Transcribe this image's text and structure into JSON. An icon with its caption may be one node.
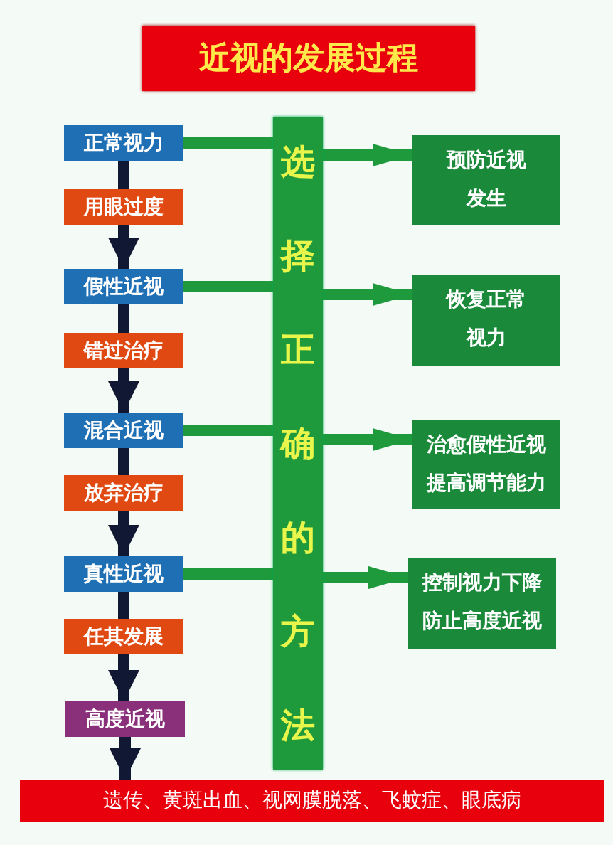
{
  "diagram": {
    "title": "近视的发展过程",
    "nodes": [
      {
        "text": [
          "正常视力"
        ]
      },
      {
        "text": [
          "用眼过度"
        ]
      },
      {
        "text": [
          "假性近视"
        ]
      },
      {
        "text": [
          "错过治疗"
        ]
      },
      {
        "text": [
          "混合近视"
        ]
      },
      {
        "text": [
          "放弃治疗"
        ]
      },
      {
        "text": [
          "真性近视"
        ]
      },
      {
        "text": [
          "任其发展"
        ]
      },
      {
        "text": [
          "高度近视"
        ]
      },
      {
        "text": [
          "选择正确的方法"
        ]
      },
      {
        "text": [
          "预防近视发生"
        ]
      },
      {
        "text": [
          "恢复正常视力"
        ]
      },
      {
        "text": [
          "治愈假性近视提高调节能力"
        ]
      },
      {
        "text": [
          "控制视力下降防止高度近视"
        ]
      },
      {
        "text": [
          "遗传、黄斑出血、视网膜脱落、飞蚊症、眼底病"
        ]
      }
    ],
    "edges": [
      {
        "from": 0,
        "to": 1,
        "arrow": "none"
      },
      {
        "from": 1,
        "to": 2,
        "arrow": "to"
      },
      {
        "from": 2,
        "to": 3,
        "arrow": "none"
      },
      {
        "from": 3,
        "to": 4,
        "arrow": "to"
      },
      {
        "from": 4,
        "to": 5,
        "arrow": "none"
      },
      {
        "from": 5,
        "to": 6,
        "arrow": "to"
      },
      {
        "from": 6,
        "to": 7,
        "arrow": "none"
      },
      {
        "from": 7,
        "to": 8,
        "arrow": "to"
      },
      {
        "from": 8,
        "to": 14,
        "arrow": "to"
      },
      {
        "from": 0,
        "to": 9,
        "arrow": "none",
        "color": "#1e9a3c"
      },
      {
        "from": 9,
        "to": 10,
        "arrow": "to",
        "color": "#1e9a3c"
      },
      {
        "from": 2,
        "to": 9,
        "arrow": "none",
        "color": "#1e9a3c"
      },
      {
        "from": 9,
        "to": 11,
        "arrow": "to",
        "color": "#1e9a3c"
      },
      {
        "from": 4,
        "to": 9,
        "arrow": "none",
        "color": "#1e9a3c"
      },
      {
        "from": 9,
        "to": 12,
        "arrow": "to",
        "color": "#1e9a3c"
      },
      {
        "from": 6,
        "to": 9,
        "arrow": "none",
        "color": "#1e9a3c"
      },
      {
        "from": 9,
        "to": 13,
        "arrow": "to",
        "color": "#1e9a3c"
      }
    ]
  }
}
